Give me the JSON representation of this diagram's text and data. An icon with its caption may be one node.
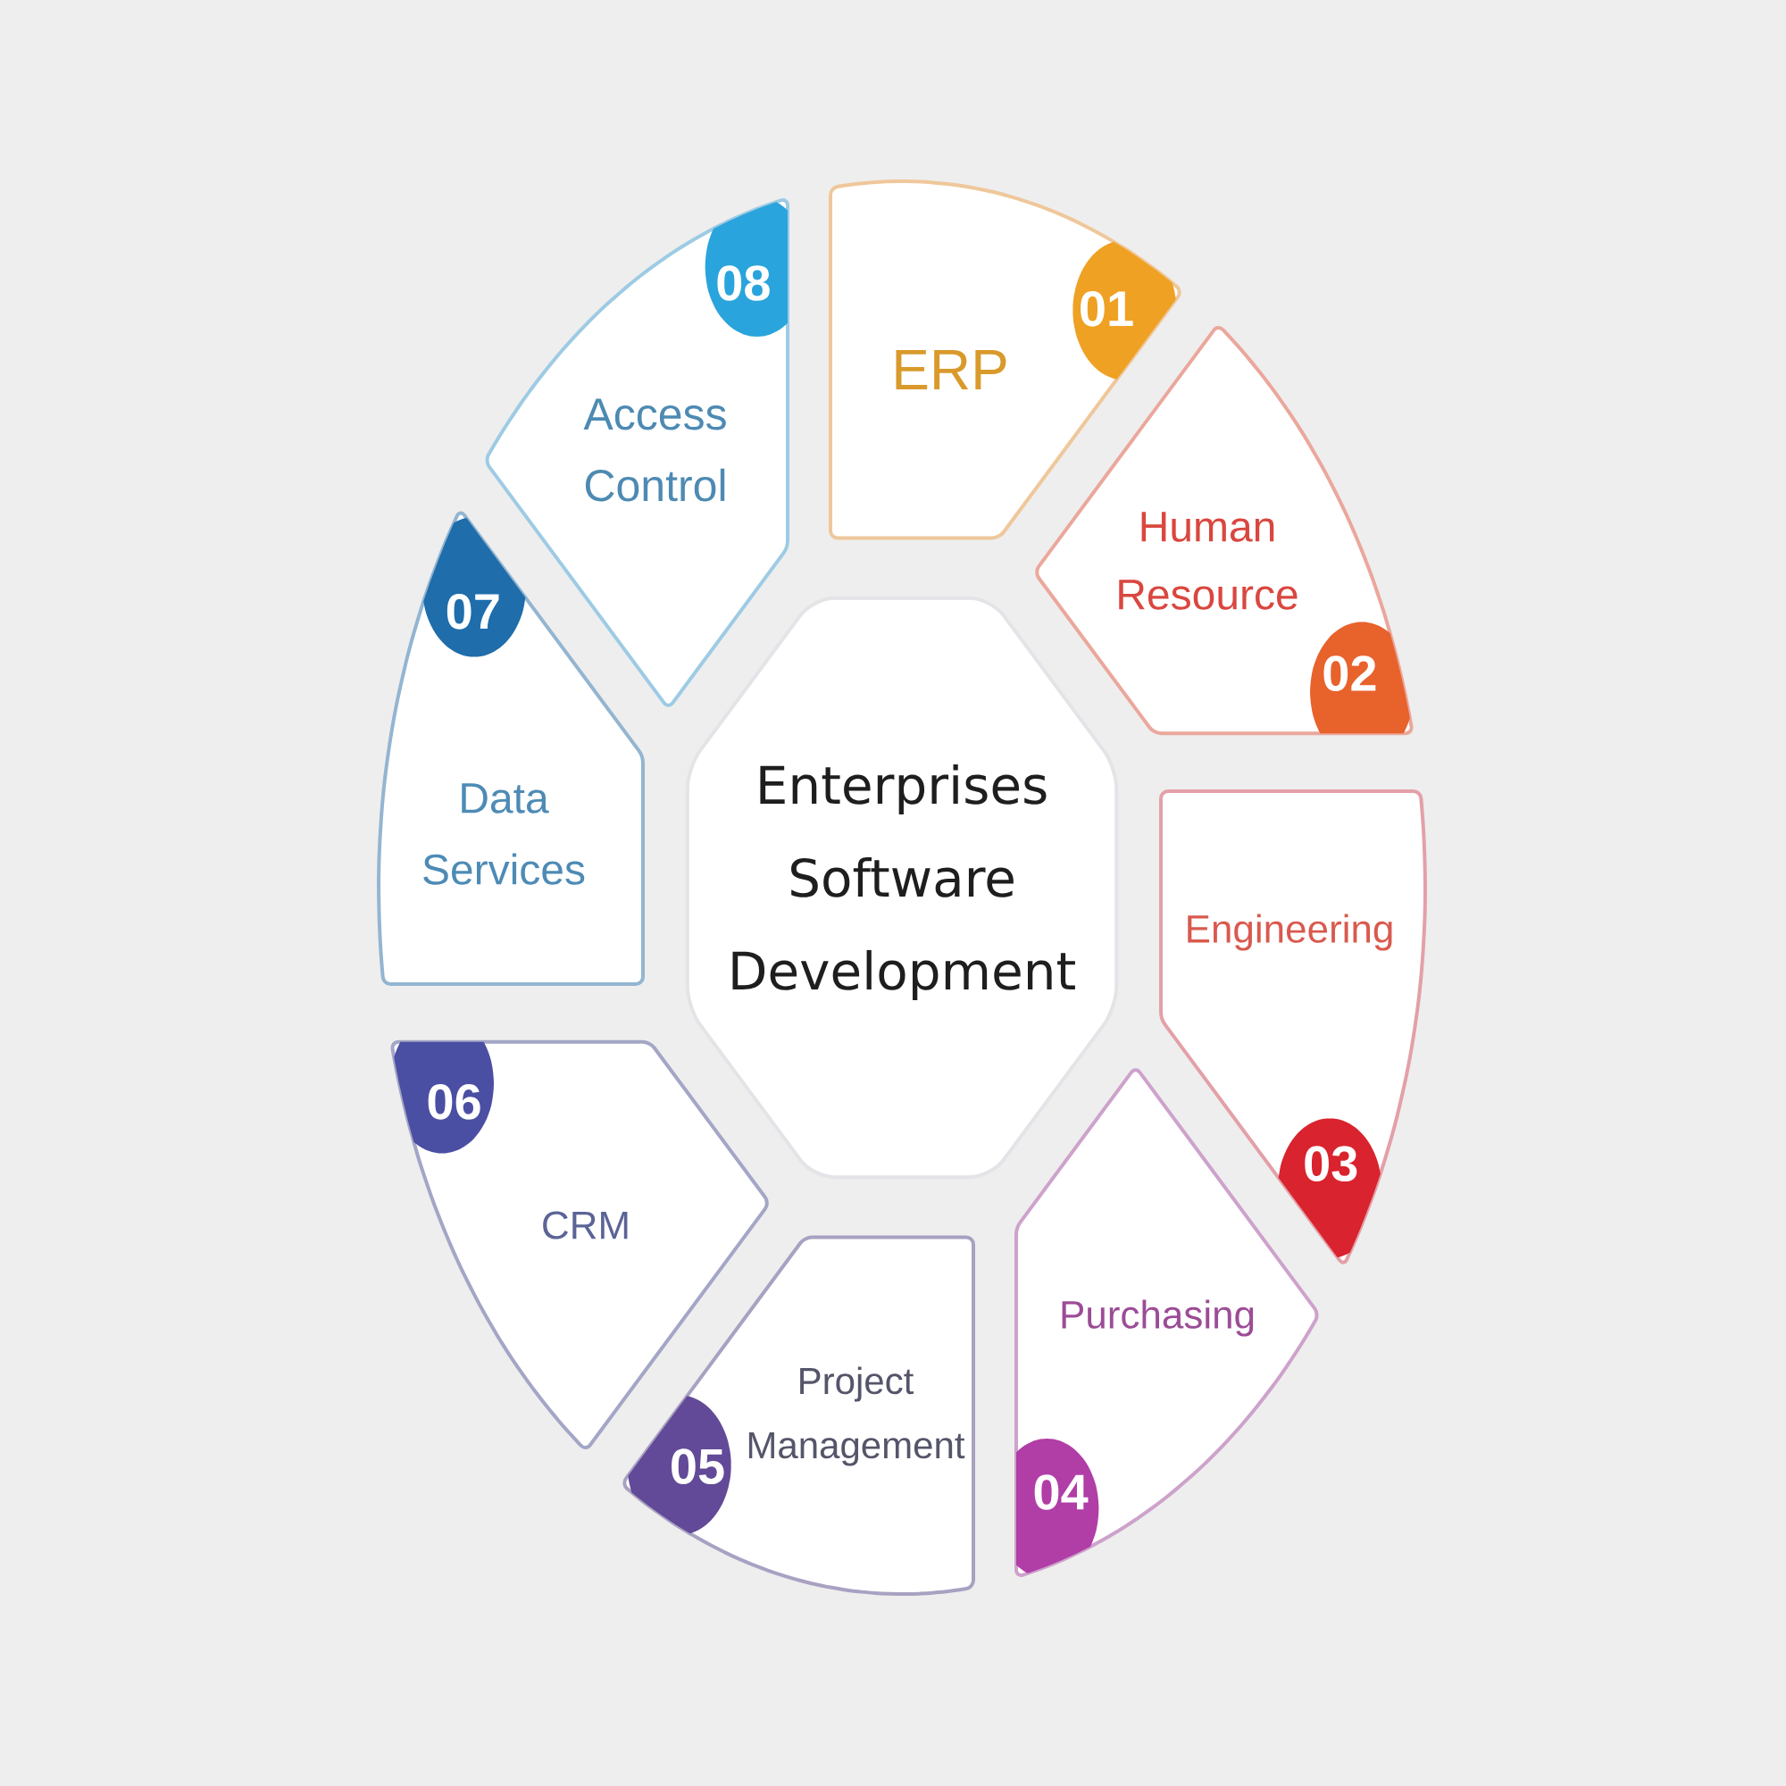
{
  "diagram": {
    "nodes": [
      {
        "text": [
          "Enterprises Software Development"
        ]
      },
      {
        "text": [
          "ERP"
        ]
      },
      {
        "text": [
          "01"
        ],
        "in": 1
      },
      {
        "text": [
          "Human Resource"
        ]
      },
      {
        "text": [
          "02"
        ],
        "in": 3
      },
      {
        "text": [
          "Engineering"
        ]
      },
      {
        "text": [
          "03"
        ],
        "in": 5
      },
      {
        "text": [
          "Purchasing"
        ]
      },
      {
        "text": [
          "04"
        ],
        "in": 7
      },
      {
        "text": [
          "Project Management"
        ]
      },
      {
        "text": [
          "05"
        ],
        "in": 9
      },
      {
        "text": [
          "CRM"
        ]
      },
      {
        "text": [
          "06"
        ],
        "in": 11
      },
      {
        "text": [
          "Data Services"
        ]
      },
      {
        "text": [
          "07"
        ],
        "in": 13
      },
      {
        "text": [
          "Access Control"
        ]
      },
      {
        "text": [
          "08"
        ],
        "in": 15
      }
    ]
  }
}
